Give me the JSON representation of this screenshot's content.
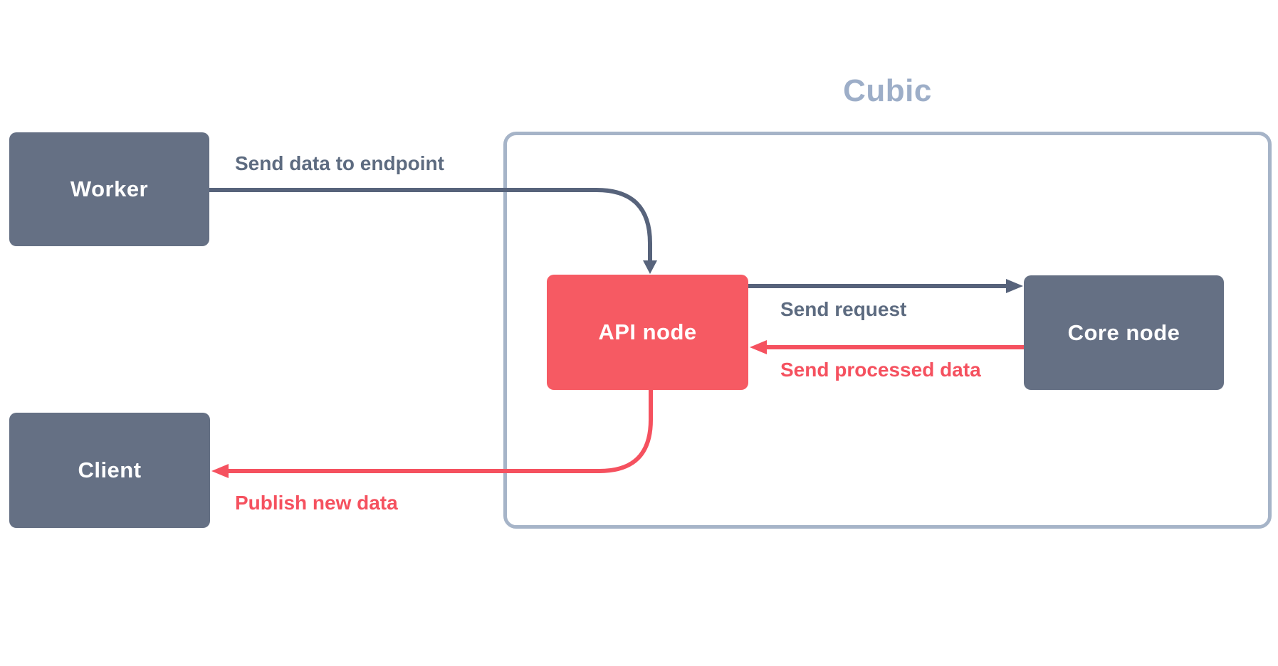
{
  "diagram": {
    "container": {
      "label": "Cubic",
      "contains": [
        "API node",
        "Core node"
      ]
    },
    "nodes": [
      {
        "id": "worker",
        "label": "Worker"
      },
      {
        "id": "client",
        "label": "Client"
      },
      {
        "id": "api",
        "label": "API node"
      },
      {
        "id": "core",
        "label": "Core node"
      }
    ],
    "edges": [
      {
        "from": "Worker",
        "to": "API node",
        "label": "Send data to endpoint",
        "color_role": "slate"
      },
      {
        "from": "API node",
        "to": "Core node",
        "label": "Send request",
        "color_role": "slate"
      },
      {
        "from": "Core node",
        "to": "API node",
        "label": "Send processed data",
        "color_role": "red"
      },
      {
        "from": "API node",
        "to": "Client",
        "label": "Publish new data",
        "color_role": "red"
      }
    ]
  },
  "palette": {
    "slate-node": "#657084",
    "red-node": "#f65a63",
    "slate-line": "#57637b",
    "red-line": "#f5515f",
    "slate-label": "#5d6b80",
    "red-label": "#f5515f",
    "container-border": "#a6b4c8",
    "title-color": "#9daec8",
    "node-text": "#ffffff",
    "bg": "#ffffff"
  }
}
